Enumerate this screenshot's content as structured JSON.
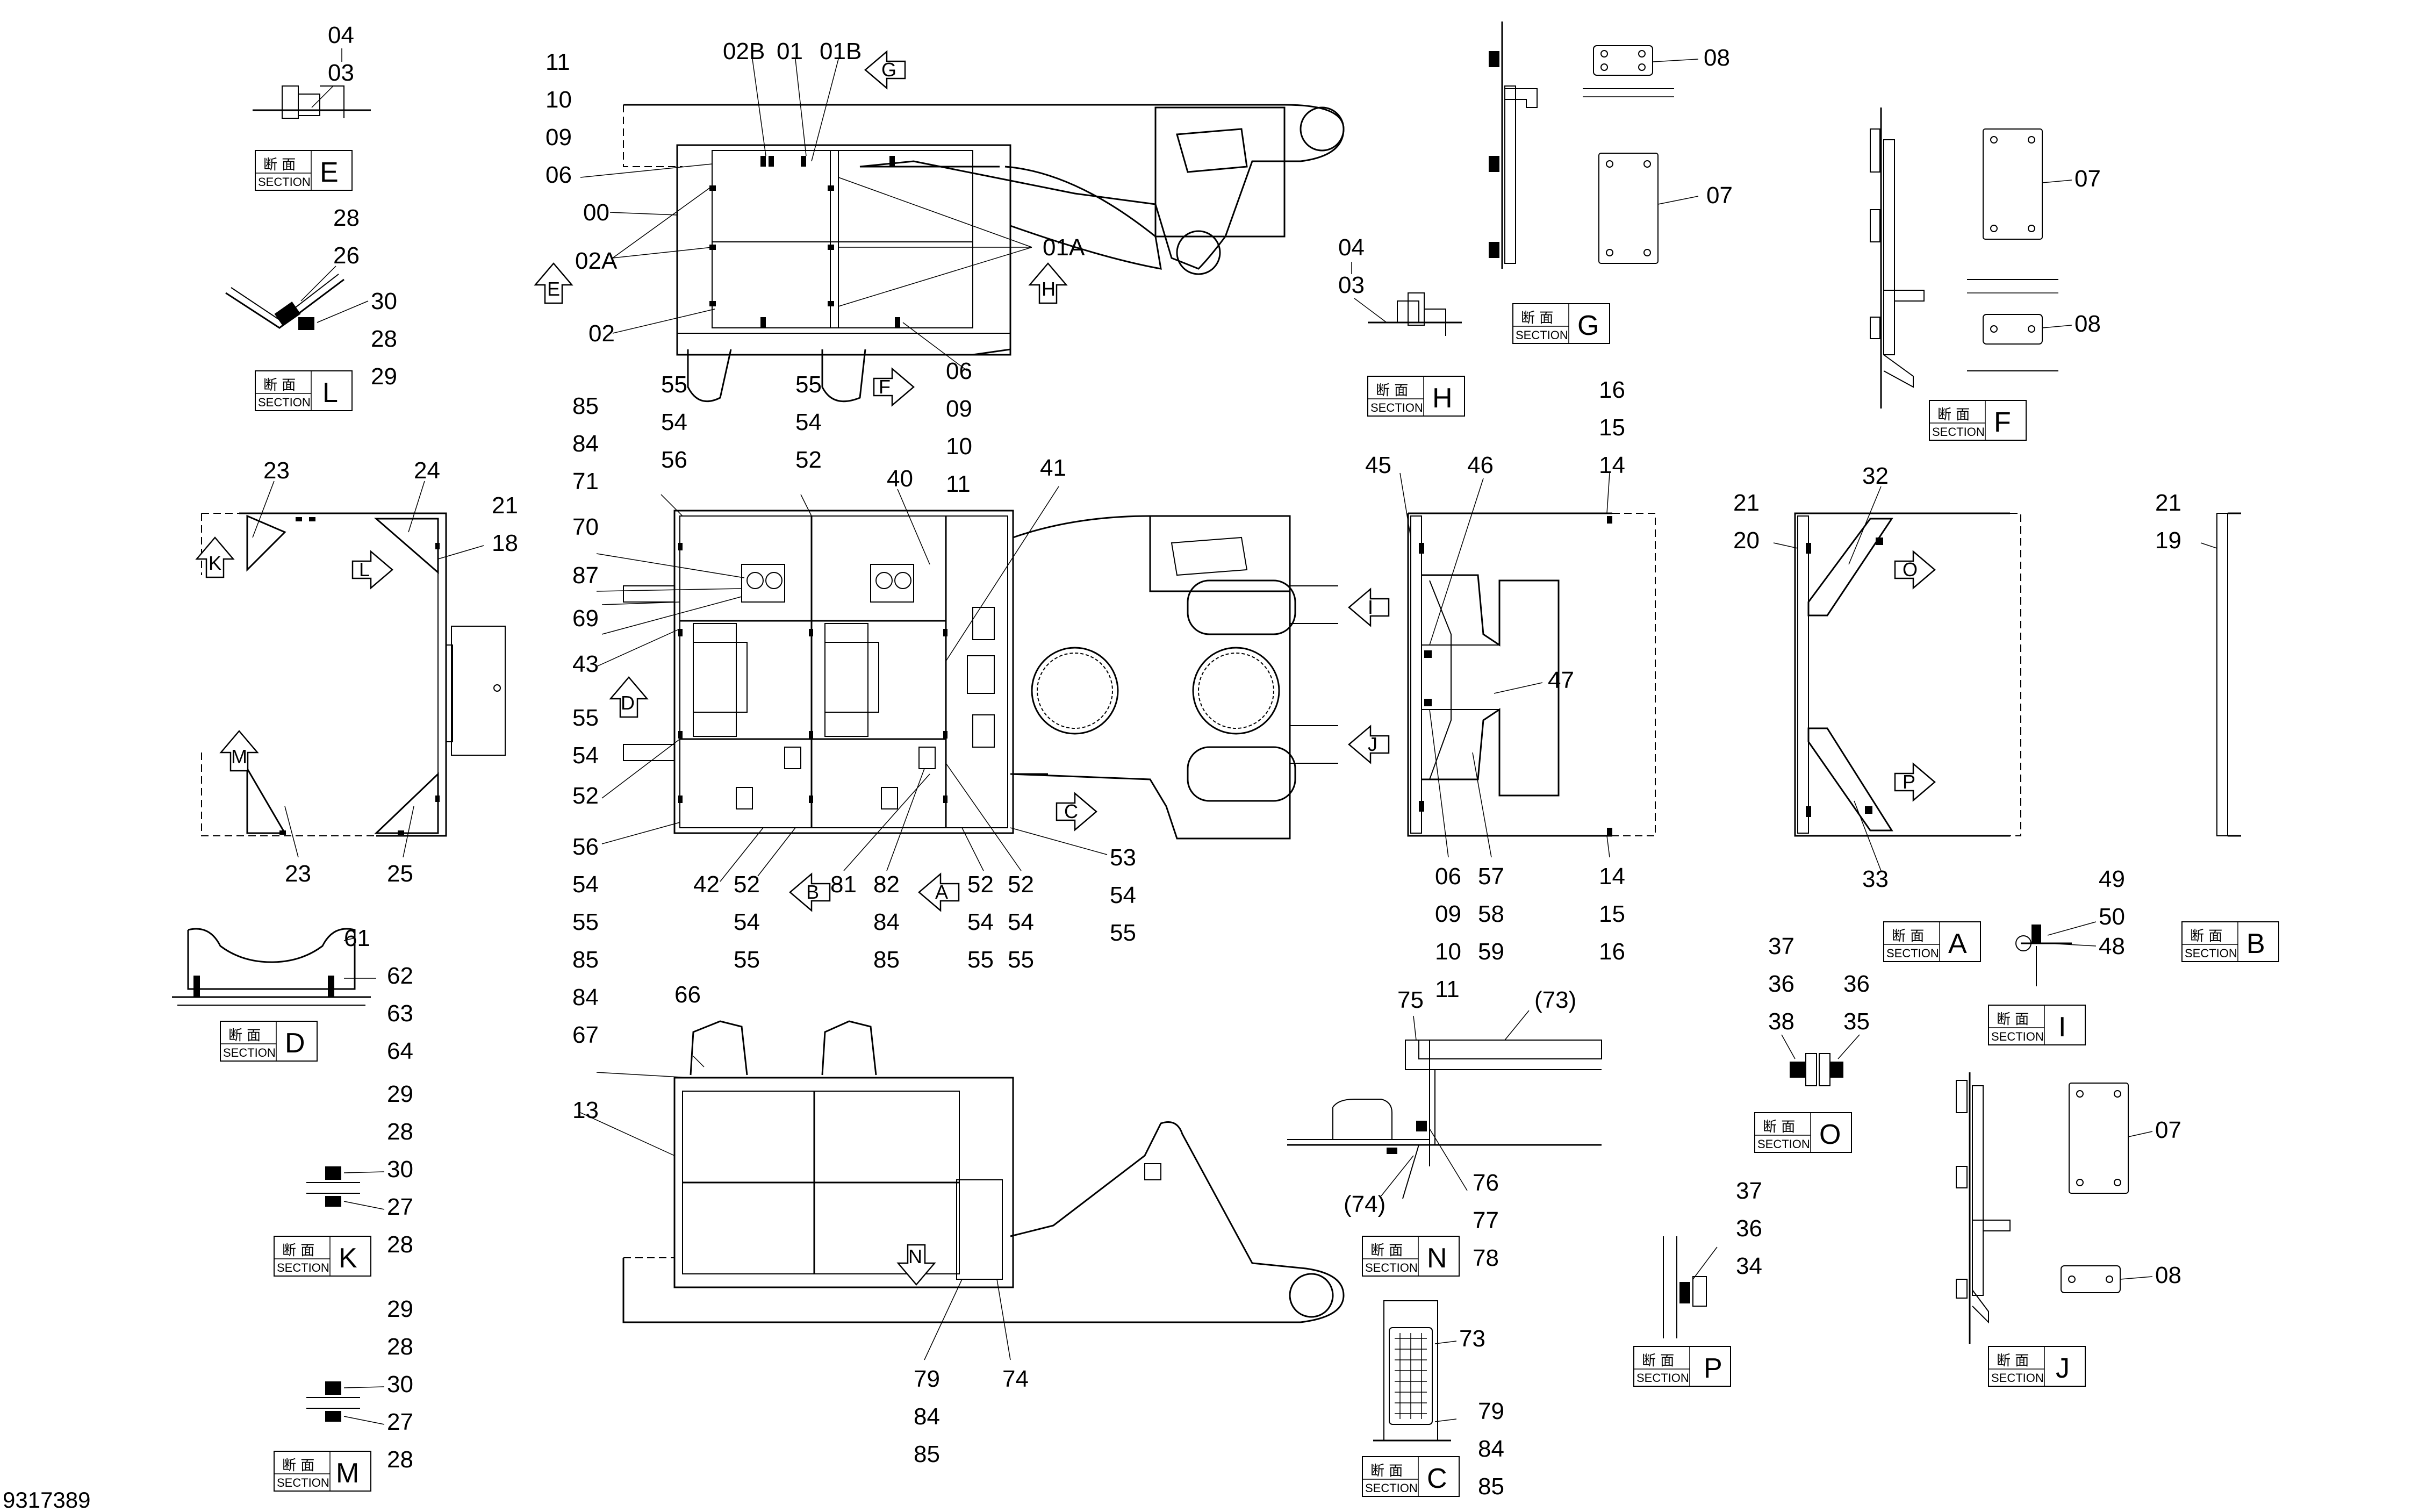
{
  "document_number": "9317389",
  "section_box": {
    "kanji": "断 面",
    "word": "SECTION"
  },
  "sections": [
    {
      "letter": "E"
    },
    {
      "letter": "L"
    },
    {
      "letter": "D"
    },
    {
      "letter": "K"
    },
    {
      "letter": "M"
    },
    {
      "letter": "G"
    },
    {
      "letter": "H"
    },
    {
      "letter": "F"
    },
    {
      "letter": "A"
    },
    {
      "letter": "B"
    },
    {
      "letter": "I"
    },
    {
      "letter": "O"
    },
    {
      "letter": "N"
    },
    {
      "letter": "P"
    },
    {
      "letter": "J"
    },
    {
      "letter": "C"
    }
  ],
  "view_arrows": [
    "G",
    "E",
    "H",
    "F",
    "K",
    "L",
    "M",
    "D",
    "C",
    "B",
    "A",
    "I",
    "J",
    "O",
    "P",
    "N"
  ],
  "part_labels": {
    "p1": "04",
    "p2": "03",
    "p3": "28",
    "p4": "26",
    "p5": "30",
    "p6": "28",
    "p7": "29",
    "p8": "11",
    "p9": "10",
    "p10": "09",
    "p11": "06",
    "p12": "00",
    "p13": "02A",
    "p14": "02",
    "p15": "02B",
    "p16": "01",
    "p17": "01B",
    "p18": "01A",
    "p19": "06",
    "p20": "09",
    "p21": "10",
    "p22": "11",
    "p23": "55",
    "p24": "54",
    "p25": "56",
    "p26": "55",
    "p27": "54",
    "p28": "52",
    "p29": "85",
    "p30": "84",
    "p31": "71",
    "p32": "70",
    "p33": "87",
    "p34": "69",
    "p35": "43",
    "p36": "55",
    "p37": "54",
    "p38": "52",
    "p39": "56",
    "p40": "54",
    "p41": "55",
    "p42": "85",
    "p43": "84",
    "p44": "67",
    "p45": "40",
    "p46": "41",
    "p47": "42",
    "p48": "52",
    "p49": "54",
    "p50": "55",
    "p51": "81",
    "p52": "82",
    "p53": "84",
    "p54": "85",
    "p55": "52",
    "p56": "54",
    "p57": "55",
    "p58": "52",
    "p59": "54",
    "p60": "55",
    "p61": "53",
    "p62": "54",
    "p63": "55",
    "p64": "23",
    "p65": "24",
    "p66": "21",
    "p67": "18",
    "p68": "23",
    "p69": "25",
    "p70": "61",
    "p71": "62",
    "p72": "63",
    "p73": "64",
    "p74": "29",
    "p75": "28",
    "p76": "30",
    "p77": "27",
    "p78": "28",
    "p79": "29",
    "p80": "28",
    "p81": "30",
    "p82": "27",
    "p83": "28",
    "p84": "66",
    "p85": "13",
    "p86": "79",
    "p87": "84",
    "p88": "85",
    "p89": "74",
    "p90": "08",
    "p91": "07",
    "p92": "04",
    "p93": "03",
    "p94": "07",
    "p95": "08",
    "p96": "16",
    "p97": "15",
    "p98": "14",
    "p99": "45",
    "p100": "46",
    "p101": "47",
    "p102": "06",
    "p103": "09",
    "p104": "10",
    "p105": "11",
    "p106": "57",
    "p107": "58",
    "p108": "59",
    "p109": "14",
    "p110": "15",
    "p111": "16",
    "p112": "21",
    "p113": "20",
    "p114": "32",
    "p115": "33",
    "p116": "21",
    "p117": "19",
    "p118": "75",
    "p119": "(73)",
    "p120": "(74)",
    "p121": "76",
    "p122": "77",
    "p123": "78",
    "p124": "73",
    "p125": "79",
    "p126": "84",
    "p127": "85",
    "p128": "37",
    "p129": "36",
    "p130": "38",
    "p131": "36",
    "p132": "35",
    "p133": "37",
    "p134": "36",
    "p135": "34",
    "p136": "49",
    "p137": "50",
    "p138": "48",
    "p139": "07",
    "p140": "08"
  }
}
